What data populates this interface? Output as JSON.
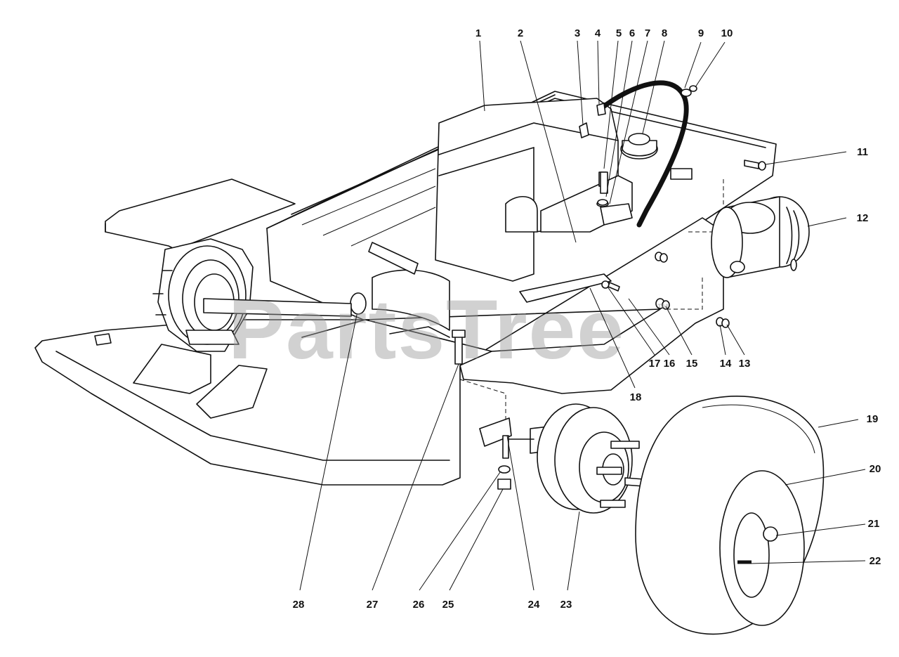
{
  "watermark": {
    "text": "PartsTree",
    "trademark": "™"
  },
  "callouts": [
    {
      "id": "1",
      "label": "1"
    },
    {
      "id": "2",
      "label": "2"
    },
    {
      "id": "3",
      "label": "3"
    },
    {
      "id": "4",
      "label": "4"
    },
    {
      "id": "5",
      "label": "5"
    },
    {
      "id": "6",
      "label": "6"
    },
    {
      "id": "7",
      "label": "7"
    },
    {
      "id": "8",
      "label": "8"
    },
    {
      "id": "9",
      "label": "9"
    },
    {
      "id": "10",
      "label": "10"
    },
    {
      "id": "11",
      "label": "11"
    },
    {
      "id": "12",
      "label": "12"
    },
    {
      "id": "13",
      "label": "13"
    },
    {
      "id": "14",
      "label": "14"
    },
    {
      "id": "15",
      "label": "15"
    },
    {
      "id": "16",
      "label": "16"
    },
    {
      "id": "17",
      "label": "17"
    },
    {
      "id": "18",
      "label": "18"
    },
    {
      "id": "19",
      "label": "19"
    },
    {
      "id": "20",
      "label": "20"
    },
    {
      "id": "21",
      "label": "21"
    },
    {
      "id": "22",
      "label": "22"
    },
    {
      "id": "23",
      "label": "23"
    },
    {
      "id": "24",
      "label": "24"
    },
    {
      "id": "25",
      "label": "25"
    },
    {
      "id": "26",
      "label": "26"
    },
    {
      "id": "27",
      "label": "27"
    },
    {
      "id": "28",
      "label": "28"
    }
  ]
}
